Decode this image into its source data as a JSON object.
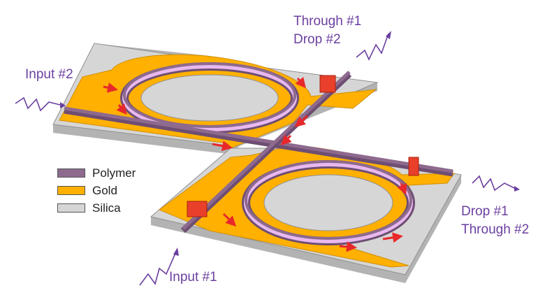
{
  "ports": {
    "input2": "Input #2",
    "input1": "Input #1",
    "top_right_line1": "Through #1",
    "top_right_line2": "Drop #2",
    "right_line1": "Drop #1",
    "right_line2": "Through #2"
  },
  "legend": [
    {
      "label": "Polymer",
      "color": "#8e6a8e"
    },
    {
      "label": "Gold",
      "color": "#ffb000"
    },
    {
      "label": "Silica",
      "color": "#d6d6d6"
    }
  ],
  "colors": {
    "text": "#6b3fa0",
    "polymer": "#8e6a8e",
    "polymer_dark": "#6e4e72",
    "ring_inner": "#e8b9ef",
    "gold": "#ffb000",
    "silica_top": "#d6d6d6",
    "silica_side": "#b3b3b3",
    "heater": "#e8402a",
    "arrow": "#e8282a"
  }
}
